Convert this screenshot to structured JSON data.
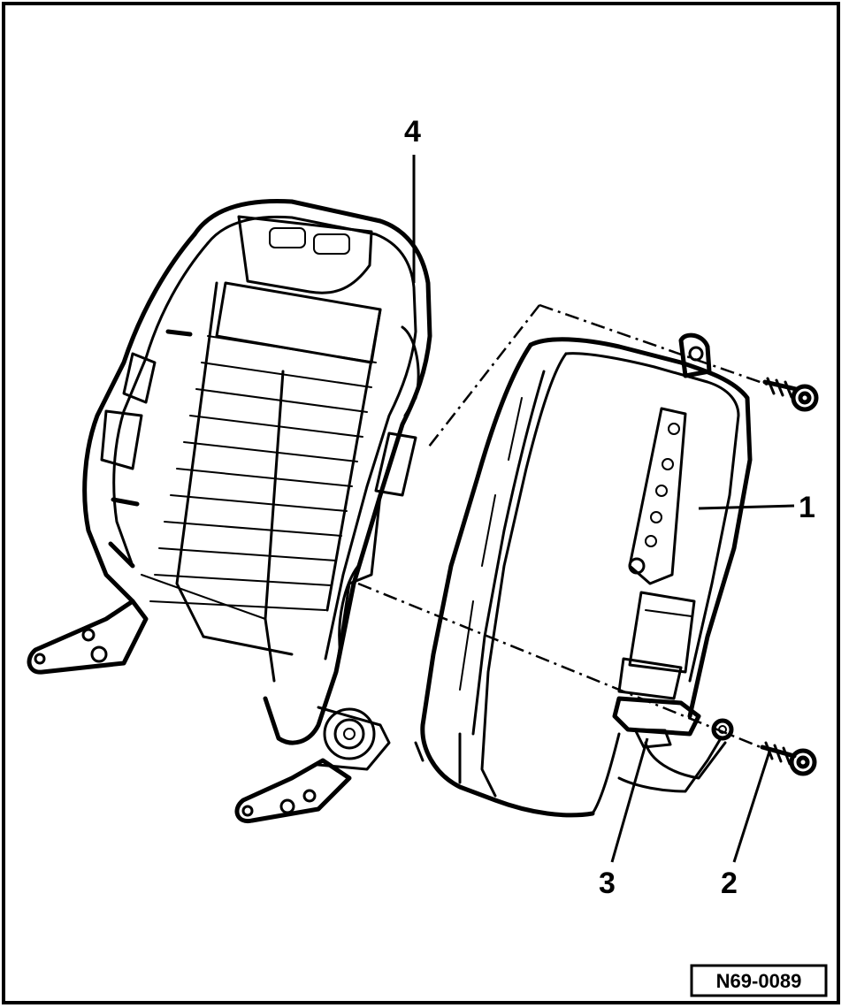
{
  "diagram": {
    "callouts": [
      {
        "id": "1",
        "label": "1"
      },
      {
        "id": "2",
        "label": "2"
      },
      {
        "id": "3",
        "label": "3"
      },
      {
        "id": "4",
        "label": "4"
      }
    ],
    "reference_code": "N69-0089"
  },
  "colors": {
    "line": "#000000",
    "background": "#ffffff"
  }
}
